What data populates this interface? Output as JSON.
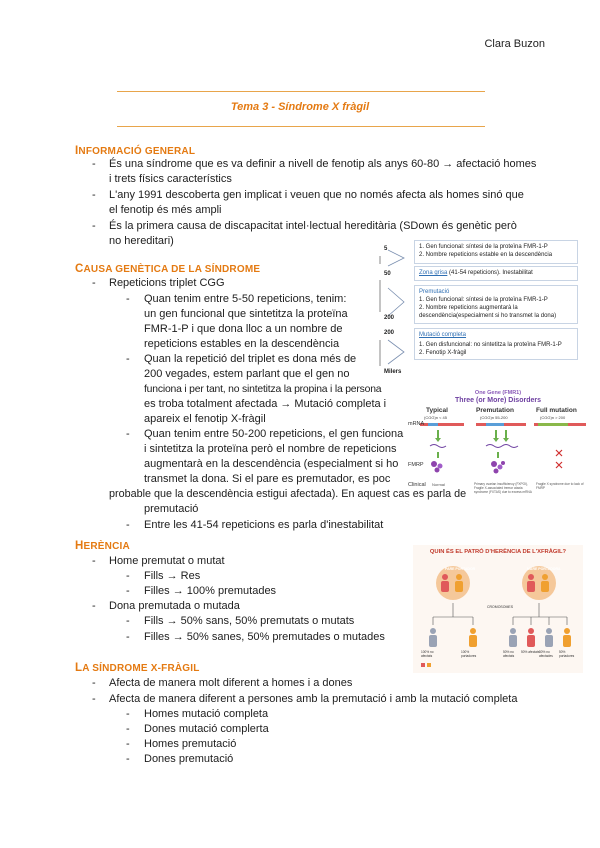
{
  "header": {
    "author": "Clara Buzon",
    "title": "Tema 3 - Síndrome X fràgil"
  },
  "s1": {
    "heading_cap": "I",
    "heading_rest": "nformació general",
    "b1_l1": "És una síndrome que es va definir a nivell de fenotip als anys 60-80 → afectació homes",
    "b1_l2": "i trets físics característics",
    "b2_l1": "L'any 1991 descoberta gen implicat i veuen que no només afecta als homes sinó que",
    "b2_l2": "el fenotip és més ampli",
    "b3_l1": "És la primera causa de discapacitat intel·lectual hereditària (SDown és genètic però",
    "b3_l2": "no hereditari)"
  },
  "s2": {
    "heading_cap": "C",
    "heading_rest": "ausa genètica de la síndrome",
    "b1": "Repeticions triplet CGG",
    "sa": [
      "Quan tenim entre 5-50 repeticions, tenim:",
      "un gen funcional que sintetitza la proteïna",
      "FMR-1-P i que dona lloc a un nombre de",
      "repeticions estables en la descendència"
    ],
    "sb": [
      "Quan la repetició del triplet es dona més de",
      "200 vegades, estem parlant que el gen no",
      "funciona i per tant, no sintetitza la propina i la persona",
      "es troba totalment afectada → Mutació completa i",
      "apareix el fenotip X-fràgil"
    ],
    "sc": [
      "Quan tenim entre 50-200 repeticions, el gen funciona",
      "i sintetitza la proteïna però el nombre de repeticions",
      "augmentarà en la descendència (especialment si ho",
      "transmet la dona. Si el pare es premutador, es poc"
    ],
    "sc_wrap": [
      "probable que la descendència estigui afectada). En aquest cas es parla de",
      "premutació"
    ],
    "sd": "Entre les 41-54 repeticions es parla d'inestabilitat"
  },
  "s3": {
    "heading_cap": "H",
    "heading_rest": "erència",
    "b1": "Home premutat o mutat",
    "b1a": "Fills → Res",
    "b1b": "Filles → 100% premutades",
    "b2": "Dona premutada o mutada",
    "b2a": "Fills → 50% sans, 50% premutats o mutats",
    "b2b": "Filles → 50% sanes, 50% premutades o mutades"
  },
  "s4": {
    "heading_cap": "L",
    "heading_rest": "a síndrome X-Fràgil",
    "b1": "Afecta de manera molt diferent a homes i a dones",
    "b2": "Afecta de manera diferent a persones amb la premutació i amb la mutació completa",
    "subs": [
      "Homes mutació completa",
      "Dones mutació complerta",
      "Homes premutació",
      "Dones premutació"
    ]
  },
  "fig1": {
    "n1": "5",
    "n2": "50",
    "n3": "200",
    "n4": "200",
    "n5": "Milers",
    "box1_l1": "1. Gen funcional: síntesi de la proteïna FMR-1-P",
    "box1_l2": "2. Nombre repeticions estable en la descendència",
    "box2_a": "Zona grisa",
    "box2_b": " (41-54 repeticions). Inestabilitat",
    "box3_t": "Premutació",
    "box3_l1": "1. Gen funcional: síntesi de la proteïna FMR-1-P",
    "box3_l2": "2. Nombre repeticions augmentarà la",
    "box3_l3": "descendència(especialment si ho transmet la dona)",
    "box4_t": "Mutació completa",
    "box4_l1": "1. Gen disfuncional: no sintetitza la proteïna FMR-1-P",
    "box4_l2": "2. Fenotip X-fràgil"
  },
  "fig2": {
    "t1": "One Gene (FMR1)",
    "t2": "Three (or More) Disorders",
    "c1": "Typical",
    "c2": "Premutation",
    "c3": "Full mutation",
    "c1s": "(CGG)n < 45",
    "c2s": "(CGG)n 55-200",
    "c3s": "(CGG)n > 200",
    "r1": "mRNA",
    "r2": "FMRP",
    "r3": "Clinical",
    "k1": "Normal",
    "k2": "Primary ovarian insufficiency (FXPOI), Fragile X-associated tremor ataxia syndrome (FXTAS) due to excess mRNA",
    "k3": "Fragile X syndrome due to lack of FMRP"
  },
  "fig3": {
    "title": "QUIN ÉS EL PATRÓ D'HERÈNCIA DE L'XFRÀGIL?",
    "p1": "PARE PORTADOR",
    "p2": "MARE PORTADORA",
    "mid": "CROMOSOMES",
    "cap1": "100% no afectats",
    "cap2": "100% portadores",
    "cap3": "50% no afectats",
    "cap4": "50% afectats",
    "cap5": "50% no afectades",
    "cap6": "50% portadores"
  },
  "colors": {
    "accent": "#e47a12",
    "link": "#2f6fb3",
    "fig_purple": "#6d3fa0"
  }
}
